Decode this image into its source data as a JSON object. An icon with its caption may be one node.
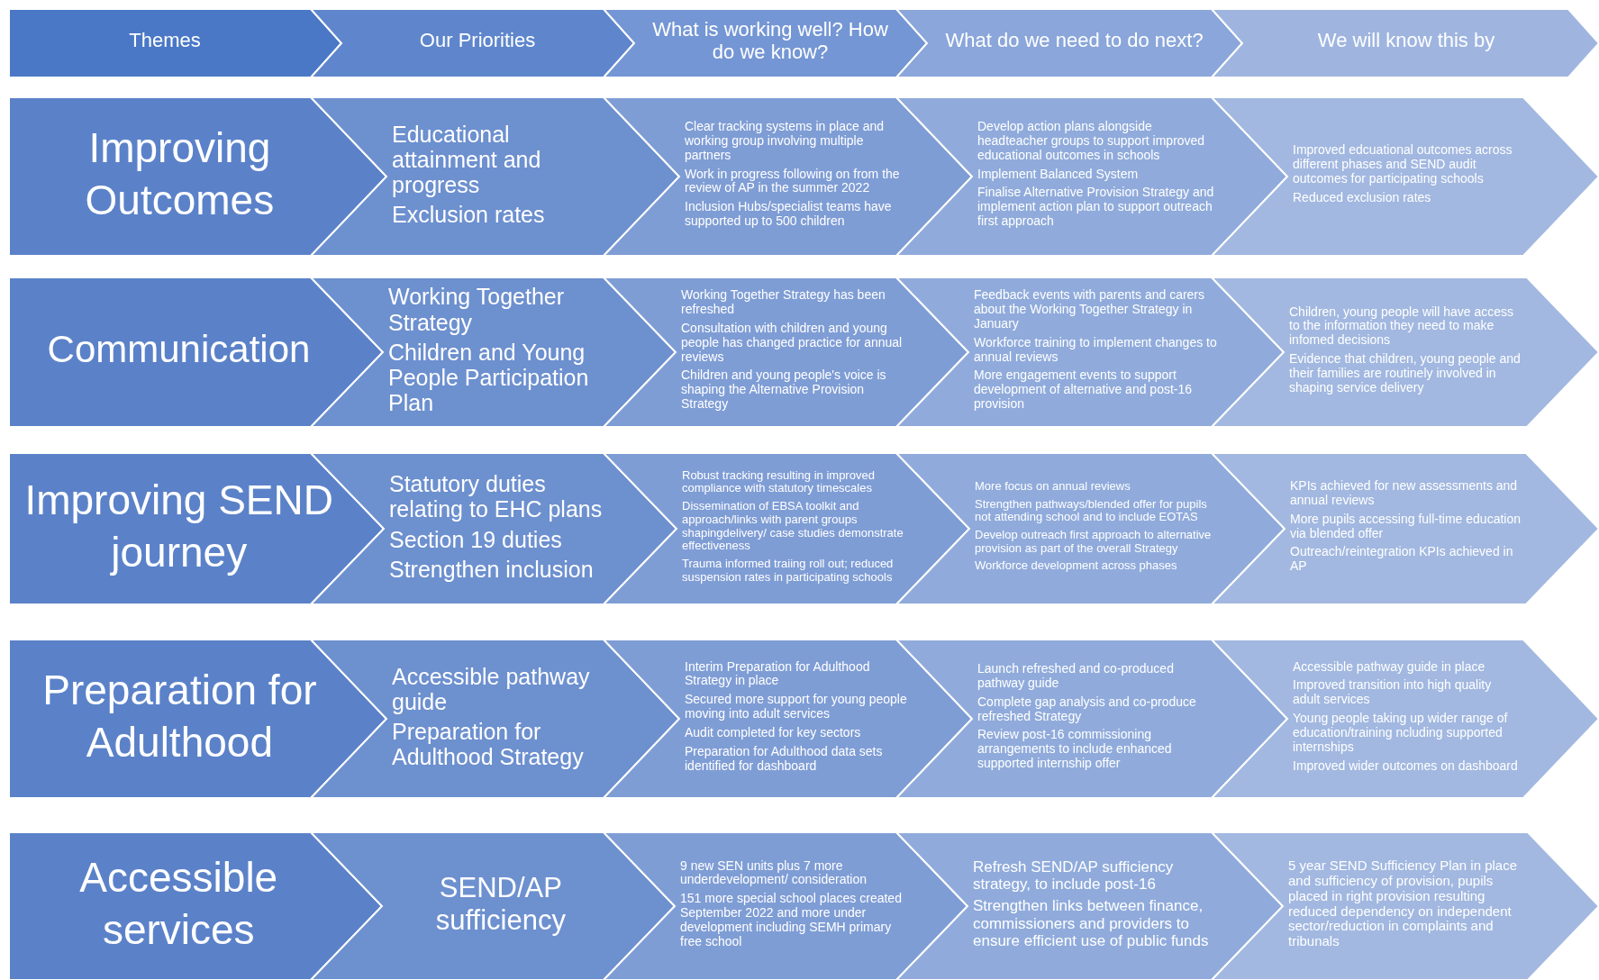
{
  "diagram": {
    "nodes": [
      {
        "text": [
          "Themes"
        ]
      },
      {
        "text": [
          "Our Priorities"
        ]
      },
      {
        "text": [
          "What is working well? How do we know?"
        ]
      },
      {
        "text": [
          "What do we need to do next?"
        ]
      },
      {
        "text": [
          "We will know this by"
        ]
      },
      {
        "text": [
          "Improving Outcomes"
        ]
      },
      {
        "text": [
          "Educational attainment and progress",
          "Exclusion rates"
        ]
      },
      {
        "text": [
          "Clear tracking systems in place and working group involving multiple partners",
          "Work in progress following on from the review of AP in the summer 2022",
          "Inclusion Hubs/specialist teams have supported up to 500 children"
        ]
      },
      {
        "text": [
          "Develop action plans alongside headteacher groups to support improved educational outcomes  in schools",
          "Implement Balanced System",
          "Finalise Alternative Provision Strategy and implement action plan to support outreach first approach"
        ]
      },
      {
        "text": [
          "Improved edcuational outcomes across different phases and SEND audit outcomes for participating schools",
          "Reduced exclusion rates"
        ]
      },
      {
        "text": [
          "Communication"
        ]
      },
      {
        "text": [
          "Working Together Strategy",
          "Children and Young People Participation Plan"
        ]
      },
      {
        "text": [
          "Working Together Strategy has been refreshed",
          "Consultation with children and young people has changed practice for annual reviews",
          "Children and young people's voice is shaping the Alternative Provision Strategy"
        ]
      },
      {
        "text": [
          "Feedback events with parents and carers about the Working Together Strategy in January",
          "Workforce training to implement changes to annual reviews",
          "More engagement events to support development of alternative and post-16 provision"
        ]
      },
      {
        "text": [
          "Children, young people will have access to the information they need to make infomed decisions",
          "Evidence that children, young people and their families are routinely involved in shaping service delivery"
        ]
      },
      {
        "text": [
          "Improving SEND journey"
        ]
      },
      {
        "text": [
          "Statutory duties relating to EHC plans",
          "Section 19 duties",
          "Strengthen inclusion"
        ]
      },
      {
        "text": [
          "Robust tracking resulting in improved compliance with statutory timescales",
          "Dissemination of EBSA toolkit  and approach/links with parent groups shapingdelivery/ case studies demonstrate effectiveness",
          "Trauma informed traiing roll out; reduced suspension rates in participating schools"
        ]
      },
      {
        "text": [
          "More focus on annual reviews",
          "Strengthen pathways/blended offer for pupils not attending school and to include EOTAS",
          "Develop outreach first approach to alternative provision as part of the overall Strategy",
          "Workforce development across phases"
        ]
      },
      {
        "text": [
          "KPIs achieved for new assessments and annual reviews",
          "More pupils accessing full-time education via blended offer",
          "Outreach/reintegration KPIs achieved in AP"
        ]
      },
      {
        "text": [
          "Preparation for Adulthood"
        ]
      },
      {
        "text": [
          "Accessible pathway guide",
          "Preparation for Adulthood Strategy"
        ]
      },
      {
        "text": [
          "Interim Preparation for Adulthood Strategy in place",
          "Secured more support for young people moving into adult services",
          "Audit completed for key sectors",
          "Preparation for Adulthood data sets identified for dashboard"
        ]
      },
      {
        "text": [
          "Launch refreshed and co-produced pathway guide",
          "Complete gap analysis and co-produce refreshed Strategy",
          "Review post-16 commissioning arrangements to include enhanced supported internship offer"
        ]
      },
      {
        "text": [
          "Accessible pathway guide in place",
          "Improved transition into high quality adult services",
          "Young people taking up wider range of education/training ncluding supported internships",
          "Improved wider outcomes on dashboard"
        ]
      },
      {
        "text": [
          "Accessible services"
        ]
      },
      {
        "text": [
          "SEND/AP sufficiency"
        ]
      },
      {
        "text": [
          "9 new SEN units plus 7 more underdevelopment/ consideration",
          "151 more special school  places created September 2022 and more under development including SEMH primary free school"
        ]
      },
      {
        "text": [
          "Refresh SEND/AP sufficiency strategy, to include post-16",
          "Strengthen links between finance, commissioners and providers to ensure efficient use of public funds"
        ]
      },
      {
        "text": [
          "5 year SEND Sufficiency Plan in place and sufficiency of provision, pupils placed in right provision resulting reduced dependency on independent sector/reduction in complaints and tribunals"
        ]
      }
    ]
  }
}
